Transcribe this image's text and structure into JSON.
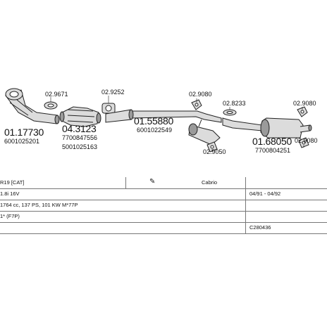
{
  "parts": {
    "manifold": {
      "number": "01.17730",
      "oem": "6001025201"
    },
    "catalyst": {
      "number": "04.3123",
      "oem1": "7700847556",
      "oem2": "5001025163"
    },
    "front_pipe": {
      "number": "01.55880",
      "oem": "6001022549"
    },
    "rear_silencer": {
      "number": "01.68050",
      "oem": "7700804251"
    }
  },
  "fittings": {
    "f1": "02.9671",
    "f2": "02.9252",
    "f3": "02.9080",
    "f4": "02.8233",
    "f5": "02.9050",
    "f6": "02.9080",
    "f7": "02.9080"
  },
  "info": {
    "model": "R19 [CAT]",
    "body": "Cabrio",
    "engine": "1.8i 16V",
    "years": "04/91 - 04/92",
    "specs": "1764 cc, 137 PS, 101 KW M*77P",
    "code": "1* (F7P)",
    "ref": "C280436"
  },
  "colors": {
    "line": "#222222",
    "fill": "#dcdcdc",
    "fill_dark": "#9a9a9a",
    "rule": "#777777"
  }
}
